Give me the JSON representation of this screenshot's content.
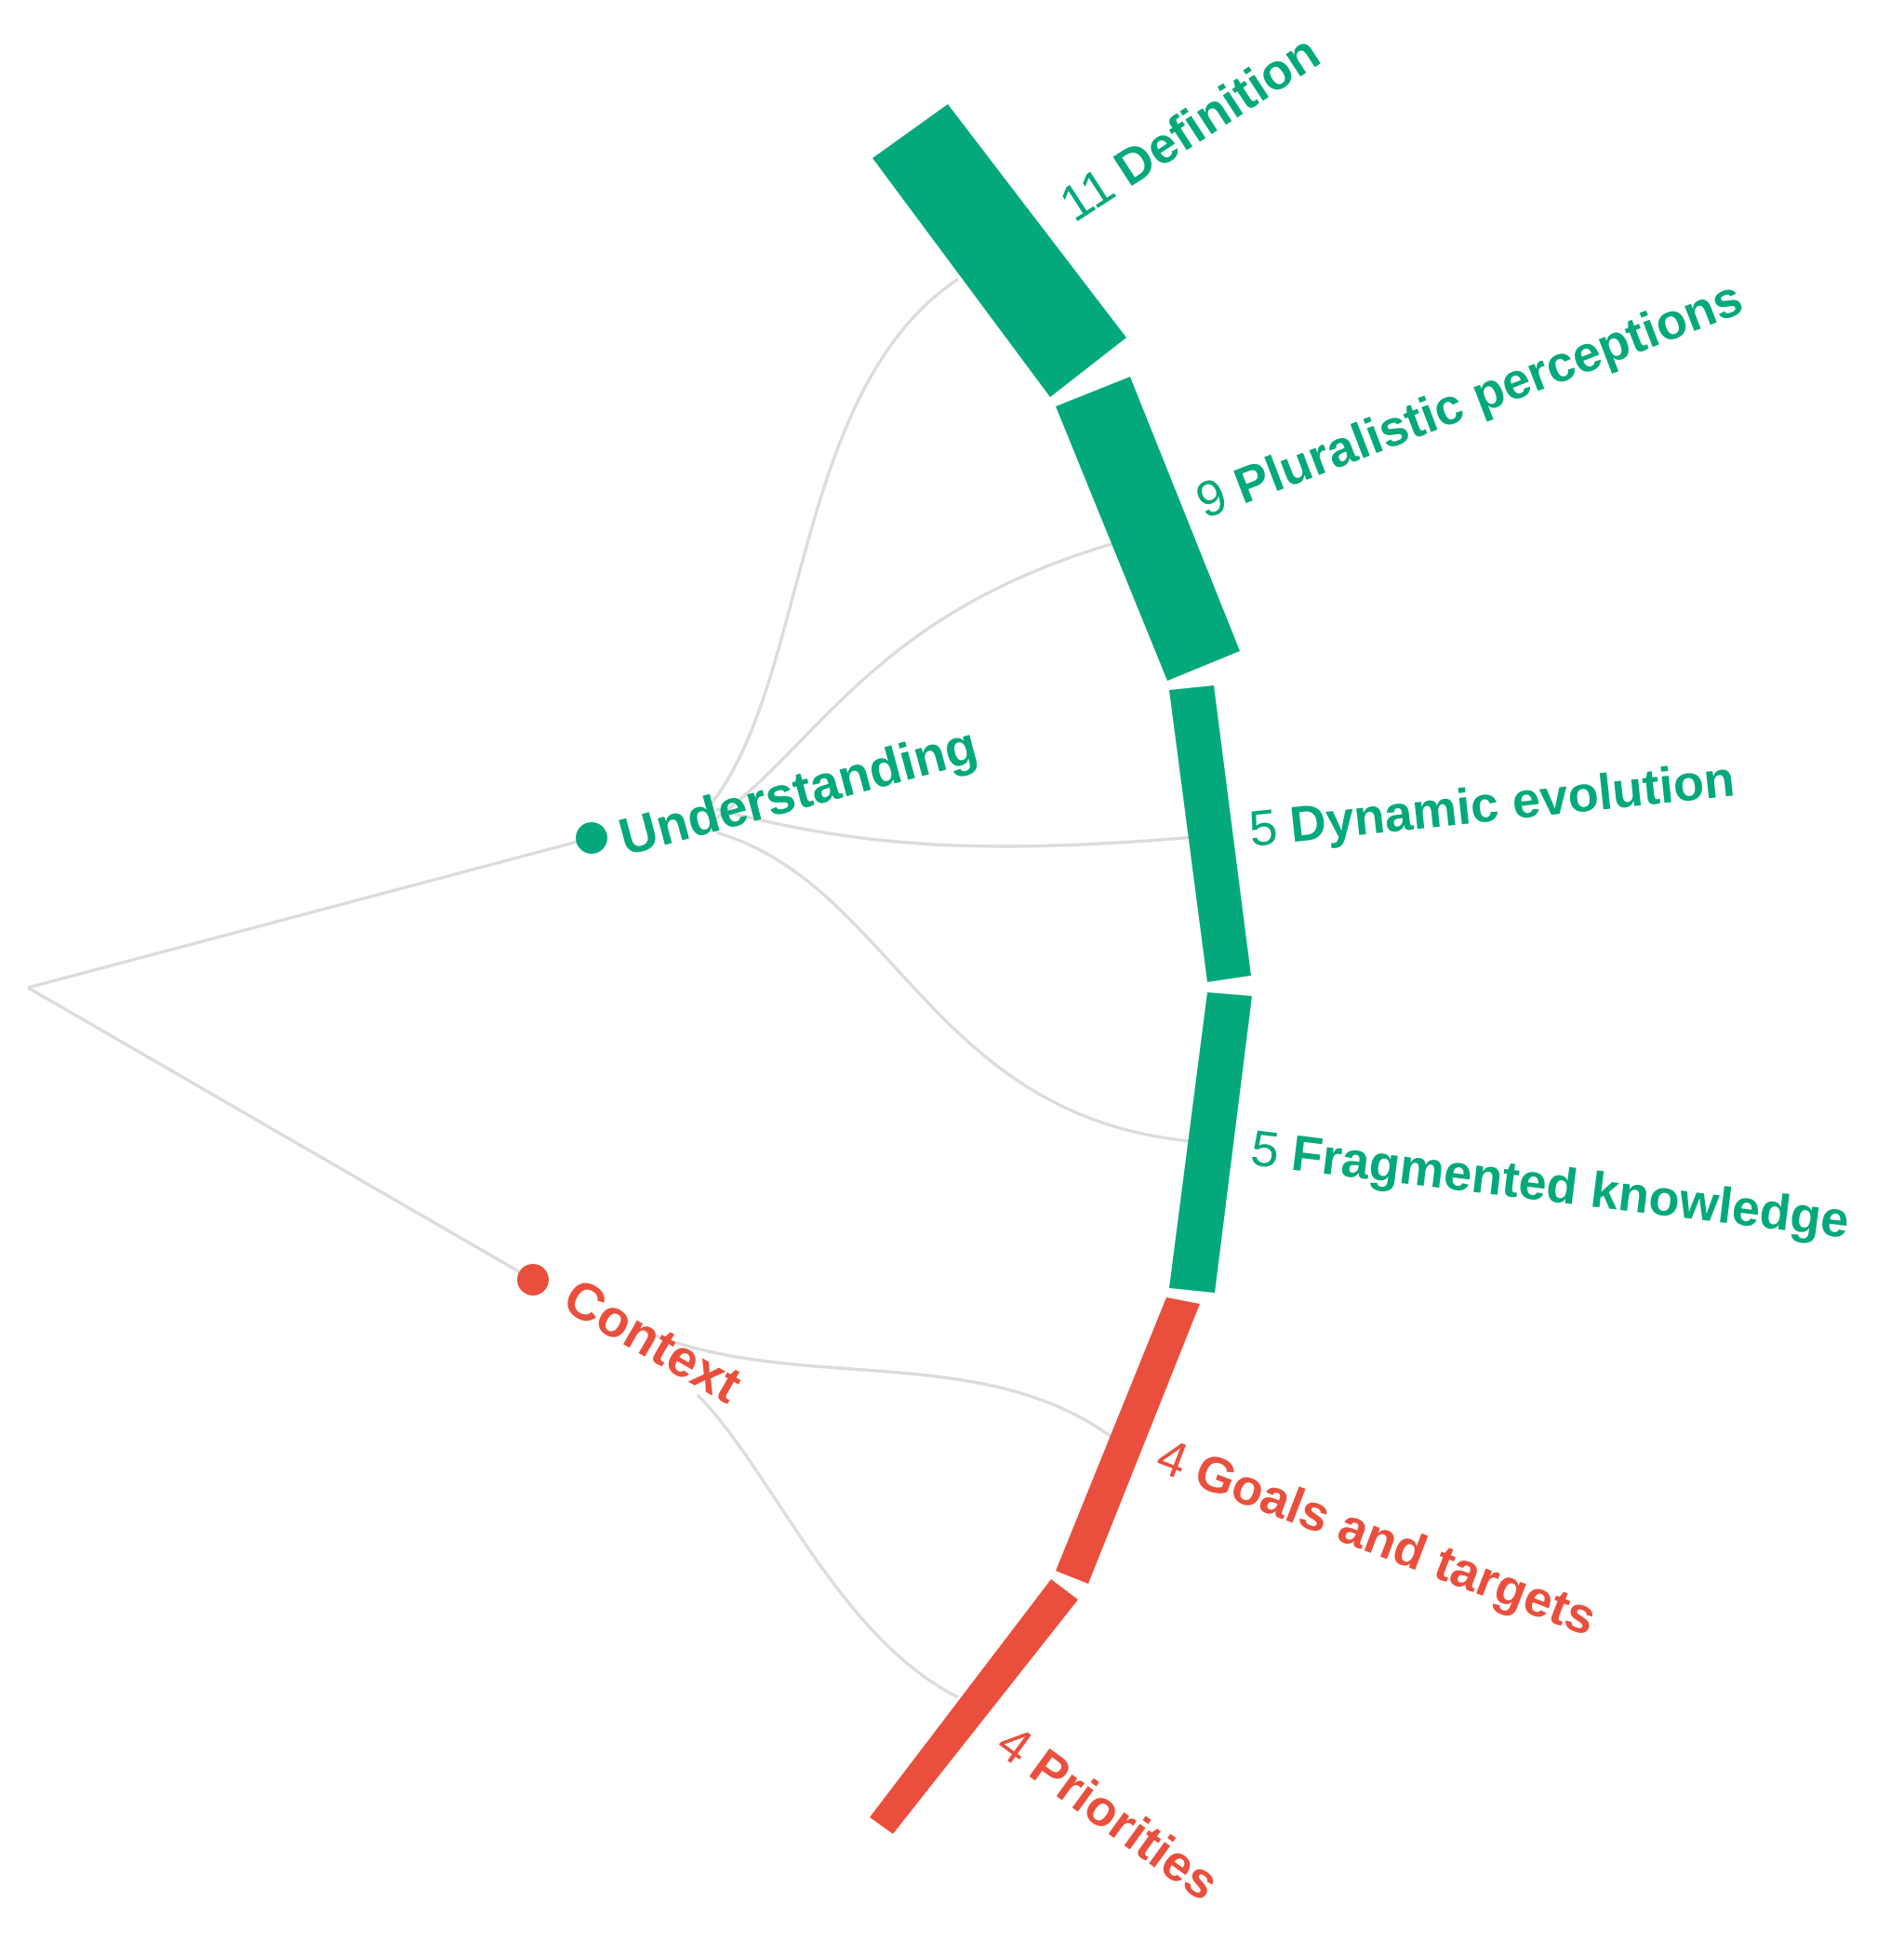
{
  "colors": {
    "understanding": "#03a97b",
    "context": "#e94f3c",
    "link": "#dcdcdc"
  },
  "groups": [
    {
      "key": "understanding",
      "label": "Understanding",
      "color": "#03a97b"
    },
    {
      "key": "context",
      "label": "Context",
      "color": "#e94f3c"
    }
  ],
  "leaves": [
    {
      "group": "understanding",
      "count": "11",
      "name": "Definition",
      "value": 11
    },
    {
      "group": "understanding",
      "count": "9",
      "name": "Pluralistic perceptions",
      "value": 9
    },
    {
      "group": "understanding",
      "count": "5",
      "name": "Dynamic evolution",
      "value": 5
    },
    {
      "group": "understanding",
      "count": "5",
      "name": "Fragmented knowledge",
      "value": 5
    },
    {
      "group": "context",
      "count": "4",
      "name": "Goals and targets",
      "value": 4
    },
    {
      "group": "context",
      "count": "4",
      "name": "Priorities",
      "value": 4
    }
  ]
}
